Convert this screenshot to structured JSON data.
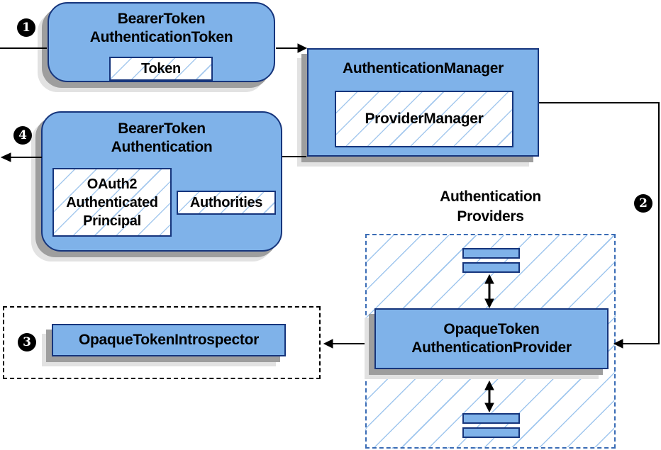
{
  "nodes": {
    "bearer_token_authentication_token": {
      "line1": "BearerToken",
      "line2": "AuthenticationToken",
      "token": "Token"
    },
    "authentication_manager": {
      "title": "AuthenticationManager",
      "provider_manager": "ProviderManager"
    },
    "bearer_token_authentication": {
      "line1": "BearerToken",
      "line2": "Authentication",
      "principal": "OAuth2 Authenticated Principal",
      "authorities": "Authorities"
    },
    "opaque_token_authentication_provider": {
      "line1": "OpaqueToken",
      "line2": "AuthenticationProvider"
    },
    "opaque_token_introspector": {
      "label": "OpaqueTokenIntrospector"
    }
  },
  "labels": {
    "authentication_providers": {
      "line1": "Authentication",
      "line2": "Providers"
    }
  },
  "steps": {
    "one": "1",
    "two": "2",
    "three": "3",
    "four": "4"
  },
  "colors": {
    "node_fill": "#7fb2e9",
    "node_border": "#16357c",
    "hatch_line": "#a5c9ee",
    "providers_dash_border": "#3a6cb5",
    "introspector_dash_border": "#000000",
    "connector": "#000000",
    "shadow_dark": "#9e9e9e",
    "shadow_light": "#e2e2e2",
    "step_circle_bg": "#000000",
    "step_circle_text": "#ffffff"
  }
}
